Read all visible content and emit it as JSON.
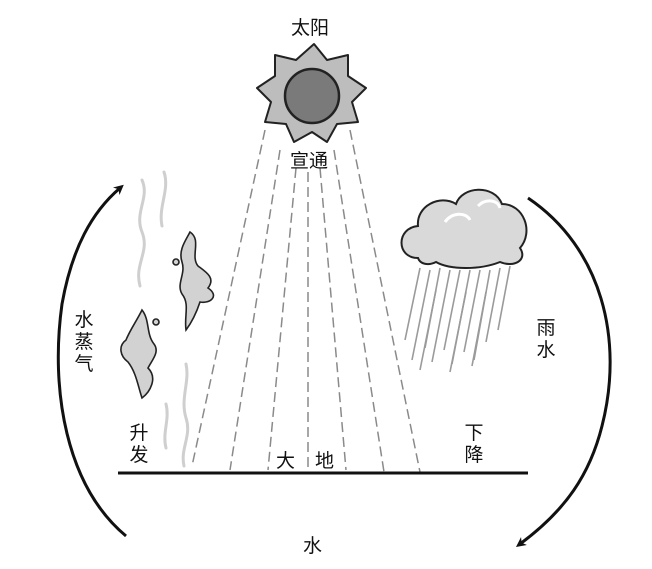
{
  "labels": {
    "sun": "太阳",
    "xuan_tong": "宣通",
    "water_vapor": "水蒸气",
    "rise": "升发",
    "rain": "雨水",
    "descend": "下降",
    "earth_left": "大",
    "earth_right": "地",
    "water": "水"
  },
  "colors": {
    "ink": "#111111",
    "sun_ray": "#b9b9b9",
    "sun_core": "#777777",
    "cloud": "#d8d8d8",
    "rain": "#9a9a9a",
    "light_beam": "#8a8a8a",
    "vapor": "#cfcfcf"
  }
}
